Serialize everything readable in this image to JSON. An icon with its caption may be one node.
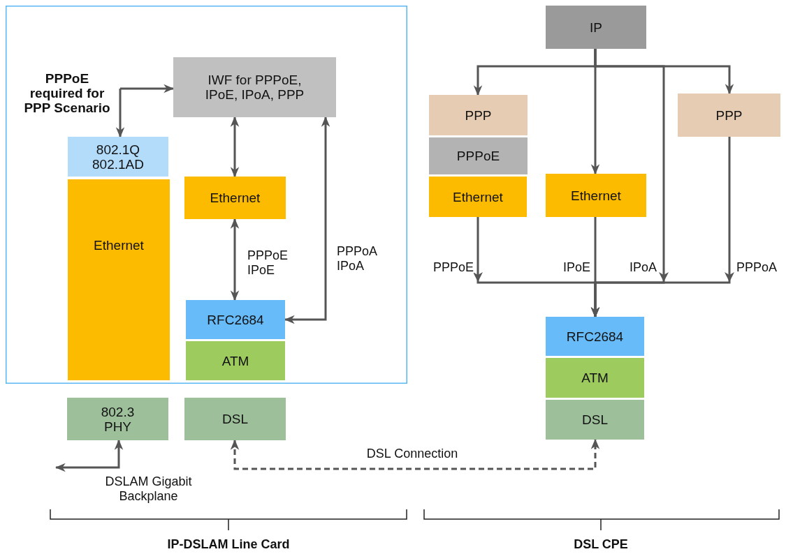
{
  "diagram": {
    "nodes": [
      {
        "text": [],
        "shape": "box"
      },
      {
        "text": [
          "PPPoE required for PPP Scenario"
        ],
        "in": 0
      },
      {
        "text": [
          "IWF for PPPoE, IPoE, IPoA, PPP"
        ],
        "in": 0
      },
      {
        "text": [
          "802.1Q 802.1AD"
        ],
        "in": 0
      },
      {
        "text": [
          "Ethernet"
        ],
        "in": 0
      },
      {
        "text": [
          "Ethernet"
        ],
        "in": 0
      },
      {
        "text": [
          "RFC2684"
        ],
        "in": 0
      },
      {
        "text": [
          "ATM"
        ],
        "in": 0
      },
      {
        "text": [
          "802.3 PHY"
        ]
      },
      {
        "text": [
          "DSL"
        ]
      },
      {
        "text": [
          "IP"
        ]
      },
      {
        "text": [
          "PPP"
        ]
      },
      {
        "text": [
          "PPPoE"
        ]
      },
      {
        "text": [
          "Ethernet"
        ]
      },
      {
        "text": [
          "Ethernet"
        ]
      },
      {
        "text": [
          "PPP"
        ]
      },
      {
        "text": [
          "RFC2684"
        ]
      },
      {
        "text": [
          "ATM"
        ]
      },
      {
        "text": [
          "DSL"
        ]
      }
    ],
    "edges": [
      {
        "from": 1,
        "to": 2,
        "arrow": "to"
      },
      {
        "from": 1,
        "to": 3,
        "arrow": "to"
      },
      {
        "from": 2,
        "to": 5,
        "arrow": "both"
      },
      {
        "from": 5,
        "to": 6,
        "arrow": "both",
        "label": "PPPoE IPoE"
      },
      {
        "from": 2,
        "to": 6,
        "arrow": "both",
        "label": "PPPoA IPoA"
      },
      {
        "from": 8,
        "to": null,
        "arrow": "both",
        "label": "DSLAM Gigabit Backplane"
      },
      {
        "from": 9,
        "to": 18,
        "arrow": "both",
        "label": "DSL Connection",
        "style": "dashed"
      },
      {
        "from": 10,
        "to": 11,
        "arrow": "to"
      },
      {
        "from": 10,
        "to": 14,
        "arrow": "to"
      },
      {
        "from": 10,
        "to": 15,
        "arrow": "to"
      },
      {
        "from": 10,
        "to": 16,
        "arrow": "to",
        "label": "IPoA"
      },
      {
        "from": 13,
        "to": 16,
        "arrow": "to",
        "label": "PPPoE"
      },
      {
        "from": 14,
        "to": 16,
        "arrow": "to",
        "label": "IPoE"
      },
      {
        "from": 15,
        "to": 16,
        "arrow": "to",
        "label": "PPPoA"
      }
    ],
    "labels": [
      "IP-DSLAM Line Card",
      "DSL CPE"
    ]
  }
}
